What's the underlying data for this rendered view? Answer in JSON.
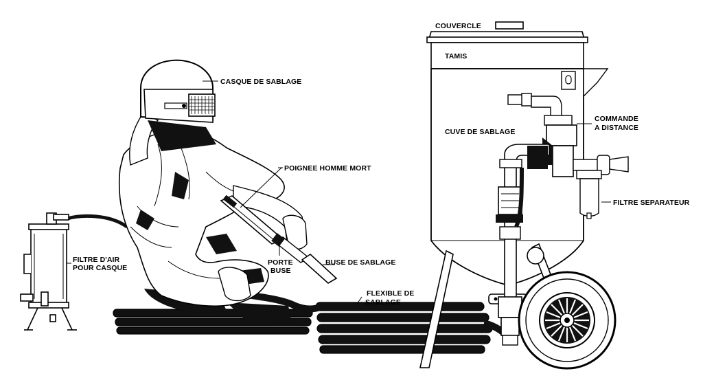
{
  "diagram": {
    "labels": {
      "couvercle": "COUVERCLE",
      "tamis": "TAMIS",
      "casque": "CASQUE DE SABLAGE",
      "cuve": "CUVE DE SABLAGE",
      "commande_l1": "COMMANDE",
      "commande_l2": "A DISTANCE",
      "poignee": "POIGNEE HOMME MORT",
      "filtre_sep": "FILTRE SEPARATEUR",
      "filtre_air_l1": "FILTRE D'AIR",
      "filtre_air_l2": "POUR CASQUE",
      "porte_l1": "PORTE",
      "porte_l2": "BUSE",
      "buse": "BUSE DE SABLAGE",
      "flexible_l1": "FLEXIBLE DE",
      "flexible_l2": "SABLAGE"
    }
  }
}
